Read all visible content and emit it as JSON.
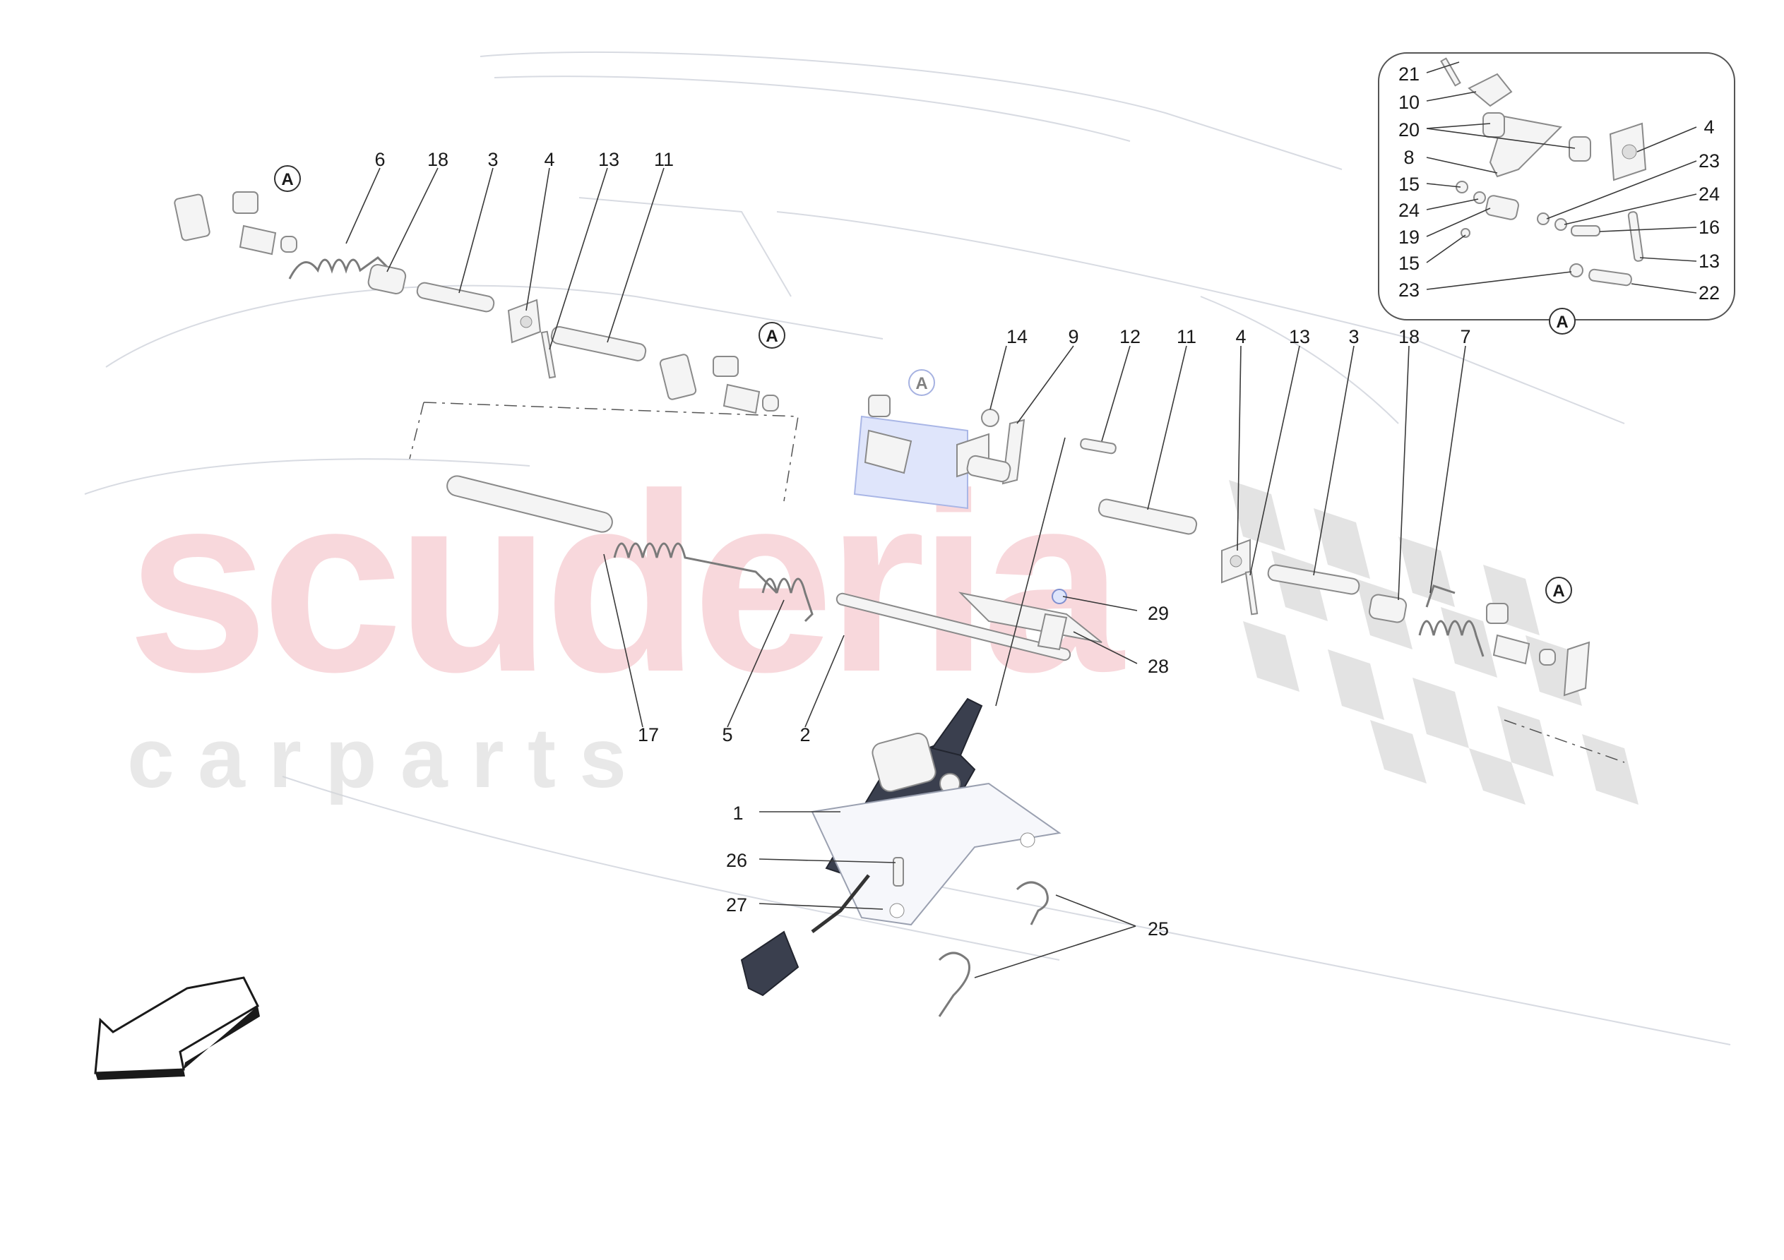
{
  "watermark": {
    "brand": "scuderia",
    "tagline": "c a r   p a r t s"
  },
  "detail_marker": "A",
  "callouts": {
    "c1": "1",
    "c2": "2",
    "c3a": "3",
    "c3b": "3",
    "c4a": "4",
    "c4b": "4",
    "c4c": "4",
    "c5": "5",
    "c6": "6",
    "c7": "7",
    "c8": "8",
    "c9": "9",
    "c10": "10",
    "c11a": "11",
    "c11b": "11",
    "c12": "12",
    "c13a": "13",
    "c13b": "13",
    "c13c": "13",
    "c14": "14",
    "c15a": "15",
    "c15b": "15",
    "c16": "16",
    "c17": "17",
    "c18a": "18",
    "c18b": "18",
    "c19": "19",
    "c20": "20",
    "c21": "21",
    "c22": "22",
    "c23a": "23",
    "c23b": "23",
    "c24a": "24",
    "c24b": "24",
    "c25": "25",
    "c26": "26",
    "c27": "27",
    "c28": "28",
    "c29": "29"
  },
  "colors": {
    "watermark_red": "#f2b8bf",
    "checker_grey": "#d0d0d0",
    "actuator": "#3a3f4e",
    "highlight_blue": "#a9b6e6"
  }
}
